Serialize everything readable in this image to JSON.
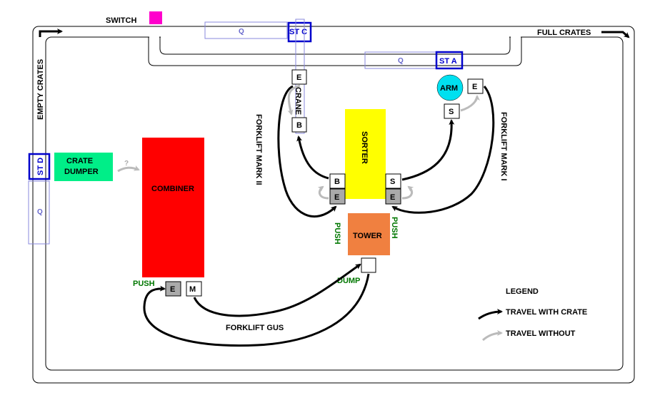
{
  "labels": {
    "switch": "SWITCH",
    "full_crates": "FULL CRATES",
    "empty_crates": "EMPTY CRATES",
    "crate_dumper_1": "CRATE",
    "crate_dumper_2": "DUMPER",
    "combiner": "COMBINER",
    "sorter": "SORTER",
    "tower": "TOWER",
    "arm": "ARM",
    "crane": "CRANE",
    "forklift_mark_i": "FORKLIFT MARK I",
    "forklift_mark_ii": "FORKLIFT MARK II",
    "forklift_gus": "FORKLIFT GUS",
    "push_combiner": "PUSH",
    "push_left": "PUSH",
    "push_right": "PUSH",
    "dump": "DUMP",
    "question": "?"
  },
  "stations": {
    "st_a": "ST A",
    "st_c": "ST C",
    "st_d": "ST D",
    "queue": "Q"
  },
  "ports": {
    "e": "E",
    "b": "B",
    "s": "S",
    "m": "M"
  },
  "legend": {
    "title": "LEGEND",
    "with_crate": "TRAVEL WITH CRATE",
    "without": "TRAVEL WITHOUT"
  },
  "colors": {
    "combiner": "#ff0000",
    "sorter": "#ffff00",
    "tower": "#f08040",
    "crate_dumper": "#00ee88",
    "arm": "#00e0f0",
    "switch": "#ff00cc",
    "station": "#0000cc",
    "queue": "#8888dd",
    "push": "#007700",
    "gray_port": "#aaaaaa",
    "with_crate": "#000000",
    "without": "#bbbbbb"
  }
}
